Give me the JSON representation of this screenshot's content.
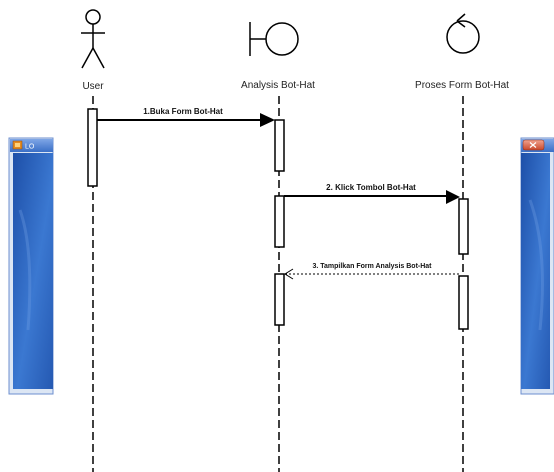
{
  "participants": [
    {
      "id": "user",
      "label": "User",
      "kind": "actor"
    },
    {
      "id": "analysis",
      "label": "Analysis Bot-Hat",
      "kind": "boundary"
    },
    {
      "id": "proses",
      "label": "Proses Form Bot-Hat",
      "kind": "control"
    }
  ],
  "messages": [
    {
      "label": "1.Buka Form Bot-Hat",
      "from": "user",
      "to": "analysis",
      "style": "solid"
    },
    {
      "label": "2. Klick Tombol Bot-Hat",
      "from": "analysis",
      "to": "proses",
      "style": "solid"
    },
    {
      "label": "3. Tampilkan Form Analysis Bot-Hat",
      "from": "proses",
      "to": "analysis",
      "style": "dashed"
    }
  ],
  "background_window": {
    "title": "LO",
    "title_bar_color": "#3a6fc6",
    "body_color": "#2f63b8"
  },
  "colors": {
    "line": "#000000",
    "window_border": "#6d8fcf"
  }
}
